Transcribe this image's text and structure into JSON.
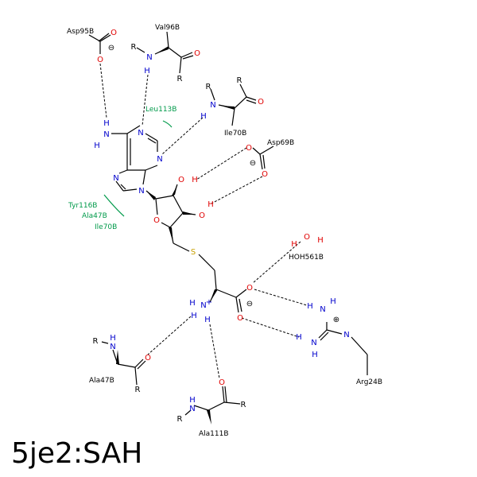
{
  "caption": "5je2:SAH",
  "colors": {
    "bond": "#000000",
    "nitrogen": "#0000cc",
    "oxygen": "#e00000",
    "sulfur": "#c8a000",
    "hydrophobic": "#009a4a"
  },
  "residues": {
    "asp95": "Asp95B",
    "val96": "Val96B",
    "ile70_top": "Ile70B",
    "leu113": "Leu113B",
    "asp69": "Asp69B",
    "tyr116": "Tyr116B",
    "ala47_hyd": "Ala47B",
    "ile70_hyd": "Ile70B",
    "hoh561": "HOH561B",
    "arg24": "Arg24B",
    "ala47": "Ala47B",
    "ala111": "Ala111B"
  },
  "symbols": {
    "R": "R",
    "N": "N",
    "O": "O",
    "H": "H",
    "S": "S",
    "minus": "⊖",
    "plus": "⊕",
    "nplus": "+"
  }
}
